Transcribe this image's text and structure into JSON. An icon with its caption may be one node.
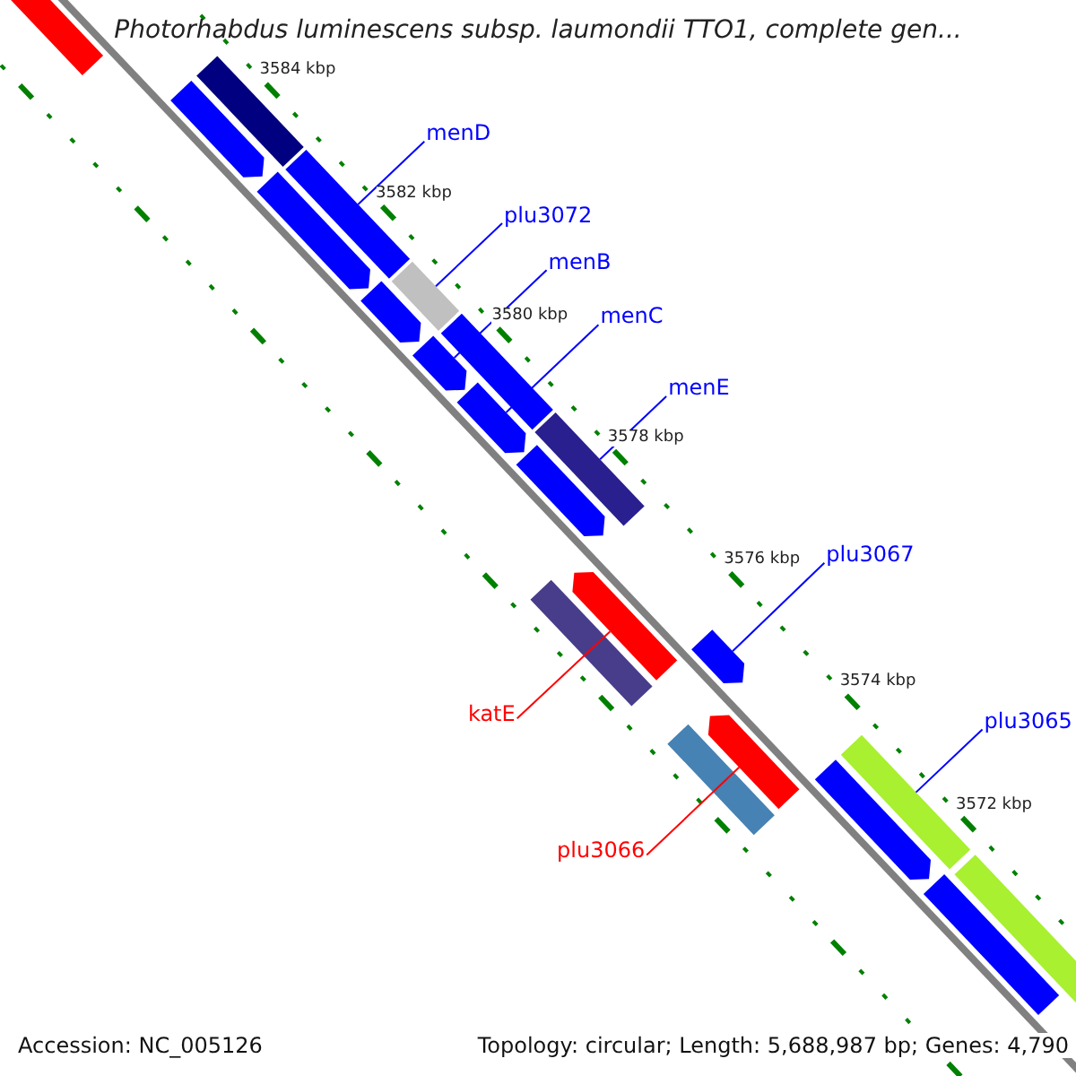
{
  "diagram": {
    "title": "Photorhabdus luminescens subsp. laumondii TTO1, complete gen...",
    "nodes": [
      {
        "text": [
          "menD"
        ]
      },
      {
        "text": [
          "plu3072"
        ]
      },
      {
        "text": [
          "menB"
        ]
      },
      {
        "text": [
          "menC"
        ]
      },
      {
        "text": [
          "menE"
        ]
      },
      {
        "text": [
          "plu3067"
        ]
      },
      {
        "text": [
          "plu3065"
        ]
      },
      {
        "text": [
          "katE"
        ]
      },
      {
        "text": [
          "plu3066"
        ]
      },
      {
        "text": [],
        "shape": "bar"
      },
      {
        "text": [],
        "shape": "bar"
      },
      {
        "text": [],
        "shape": "bar"
      },
      {
        "text": [],
        "shape": "bar"
      },
      {
        "text": [],
        "shape": "bar"
      },
      {
        "text": [],
        "shape": "bar"
      },
      {
        "text": [],
        "shape": "bar"
      },
      {
        "text": [],
        "shape": "bar"
      },
      {
        "text": [],
        "shape": "bar"
      },
      {
        "text": [],
        "shape": "bar"
      },
      {
        "text": [],
        "shape": "bar"
      },
      {
        "text": [],
        "shape": "bar"
      },
      {
        "text": [],
        "shape": "bar"
      },
      {
        "text": [],
        "shape": "bar"
      },
      {
        "text": [],
        "shape": "bar"
      },
      {
        "text": [],
        "shape": "bar"
      },
      {
        "text": [],
        "shape": "bar"
      },
      {
        "text": [],
        "shape": "bar"
      },
      {
        "text": [],
        "shape": "bar"
      },
      {
        "text": [],
        "shape": "bar"
      },
      {
        "text": [],
        "shape": "bar"
      }
    ],
    "edges": [
      {
        "from": 0,
        "to": 13,
        "arrow": "none"
      },
      {
        "from": 1,
        "to": 15,
        "arrow": "none"
      },
      {
        "from": 2,
        "to": 16,
        "arrow": "none"
      },
      {
        "from": 3,
        "to": 18,
        "arrow": "none"
      },
      {
        "from": 4,
        "to": 19,
        "arrow": "none"
      },
      {
        "from": 5,
        "to": 23,
        "arrow": "none"
      },
      {
        "from": 6,
        "to": 27,
        "arrow": "none"
      },
      {
        "from": 7,
        "to": 22,
        "arrow": "none",
        "color": "#ff0000"
      },
      {
        "from": 8,
        "to": 25,
        "arrow": "none",
        "color": "#ff0000"
      }
    ],
    "labels": [
      "3584 kbp",
      "3582 kbp",
      "3580 kbp",
      "3578 kbp",
      "3576 kbp",
      "3574 kbp",
      "3572 kbp",
      "Accession: NC_005126",
      "Topology: circular; Length: 5,688,987 bp; Genes: 4,790"
    ]
  }
}
